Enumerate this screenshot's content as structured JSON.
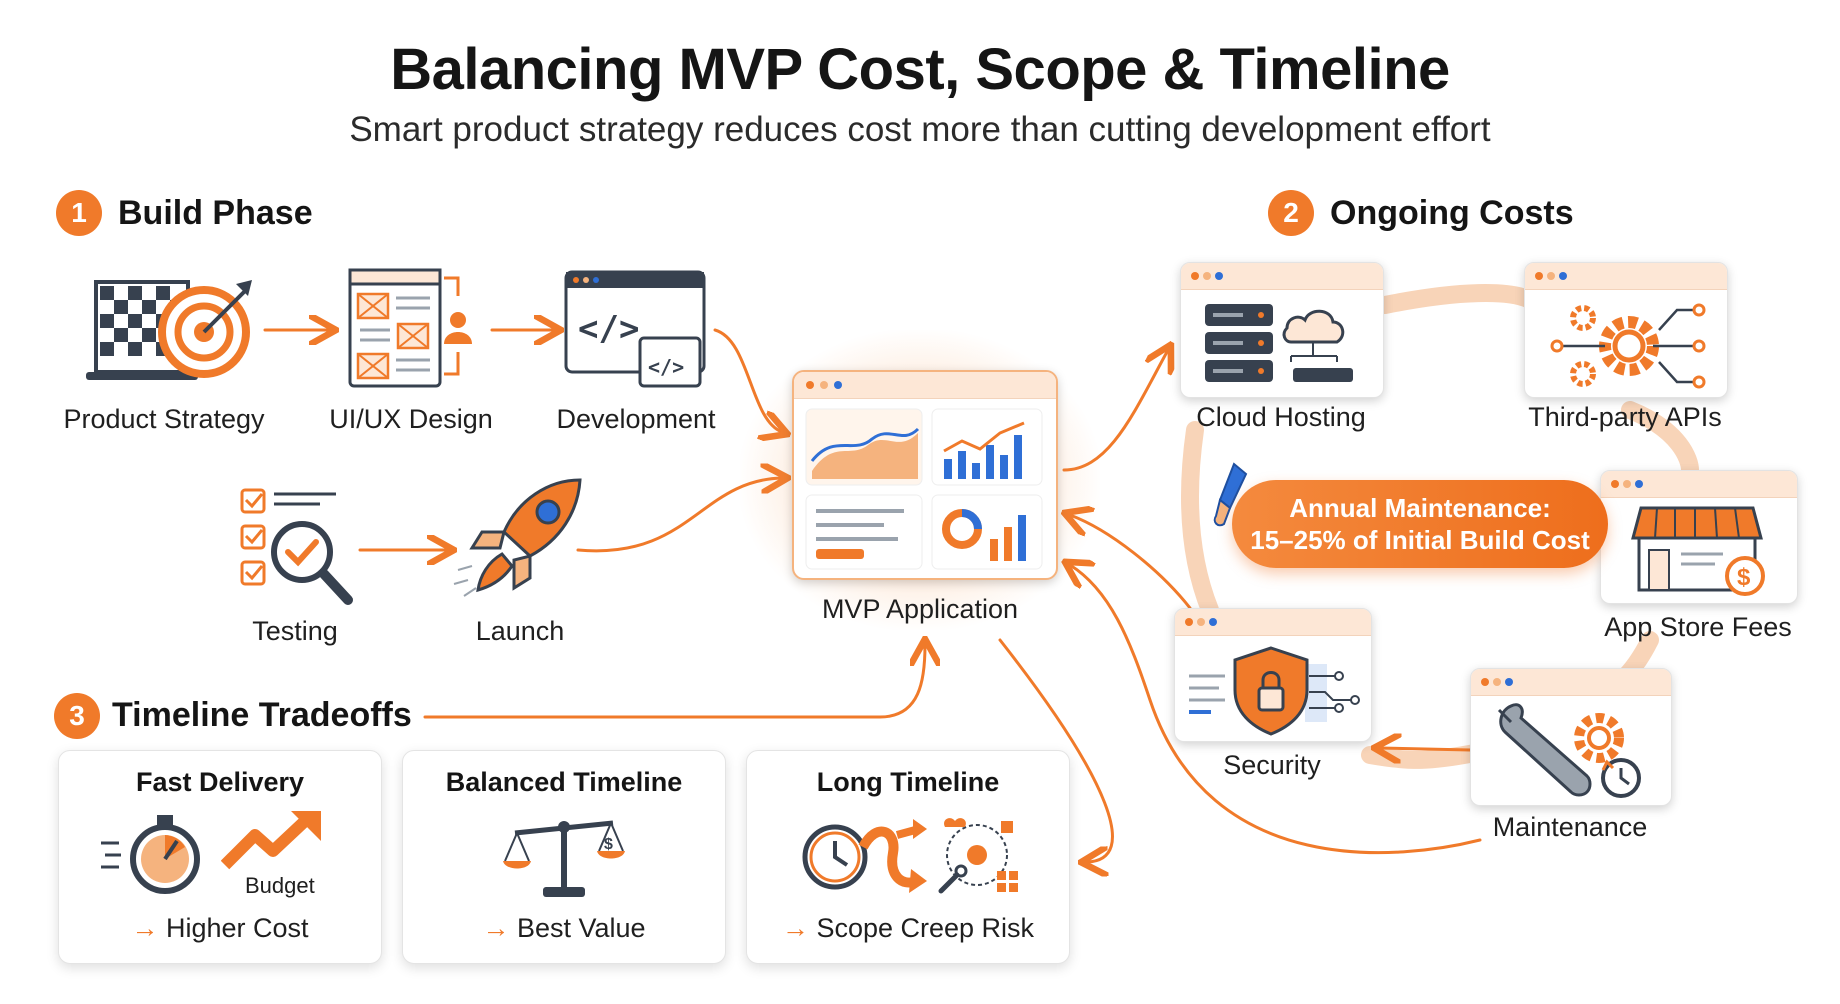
{
  "header": {
    "title": "Balancing MVP Cost, Scope & Timeline",
    "subtitle": "Smart product strategy reduces cost more than cutting development effort"
  },
  "sections": {
    "build": {
      "number": "1",
      "title": "Build Phase"
    },
    "ongoing": {
      "number": "2",
      "title": "Ongoing Costs"
    },
    "timeline": {
      "number": "3",
      "title": "Timeline Tradeoffs"
    }
  },
  "build_steps": {
    "strategy": "Product Strategy",
    "uiux": "UI/UX Design",
    "development": "Development",
    "testing": "Testing",
    "launch": "Launch"
  },
  "center": {
    "label": "MVP Application"
  },
  "ongoing_items": {
    "hosting": "Cloud Hosting",
    "apis": "Third-party APIs",
    "appstore": "App Store Fees",
    "security": "Security",
    "maintenance": "Maintenance"
  },
  "maintenance_banner": {
    "line1": "Annual Maintenance:",
    "line2": "15–25% of Initial Build Cost"
  },
  "tradeoffs": {
    "fast": {
      "title": "Fast Delivery",
      "tag": "Budget",
      "result": "Higher Cost"
    },
    "balanced": {
      "title": "Balanced Timeline",
      "result": "Best Value"
    },
    "long": {
      "title": "Long Timeline",
      "result": "Scope Creep Risk"
    }
  },
  "colors": {
    "accent": "#f07a2a",
    "dark": "#37414f",
    "blue": "#2f6fd6",
    "light": "#fde7d6"
  }
}
